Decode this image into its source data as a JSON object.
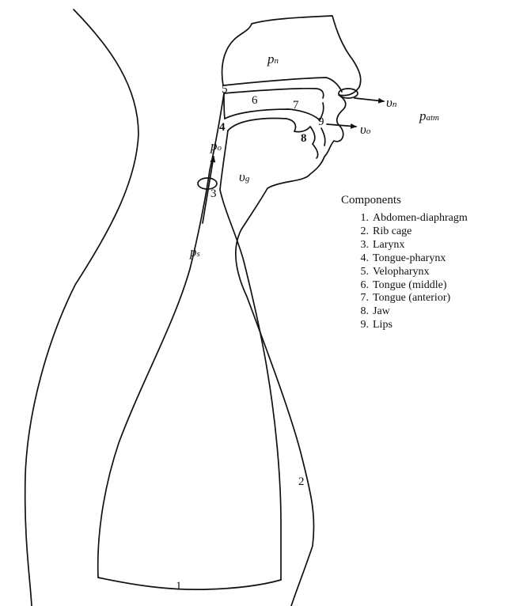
{
  "labels": {
    "n1": "1",
    "n2": "2",
    "n3": "3",
    "n4": "4",
    "n5": "5",
    "n6": "6",
    "n7": "7",
    "n8": "8",
    "n9": "9"
  },
  "variables": {
    "p": "p",
    "p_n_sub": "n",
    "p_o_sub": "o",
    "p_s_sub": "s",
    "p_atm_sub": "atm",
    "u": "υ",
    "u_n_sub": "n",
    "u_o_sub": "o",
    "u_g_sub": "g"
  },
  "components": {
    "title": "Components",
    "items": [
      {
        "num": "1.",
        "label": "Abdomen-diaphragm"
      },
      {
        "num": "2.",
        "label": "Rib cage"
      },
      {
        "num": "3.",
        "label": "Larynx"
      },
      {
        "num": "4.",
        "label": "Tongue-pharynx"
      },
      {
        "num": "5.",
        "label": "Velopharynx"
      },
      {
        "num": "6.",
        "label": "Tongue (middle)"
      },
      {
        "num": "7.",
        "label": "Tongue (anterior)"
      },
      {
        "num": "8.",
        "label": "Jaw"
      },
      {
        "num": "9.",
        "label": "Lips"
      }
    ]
  }
}
